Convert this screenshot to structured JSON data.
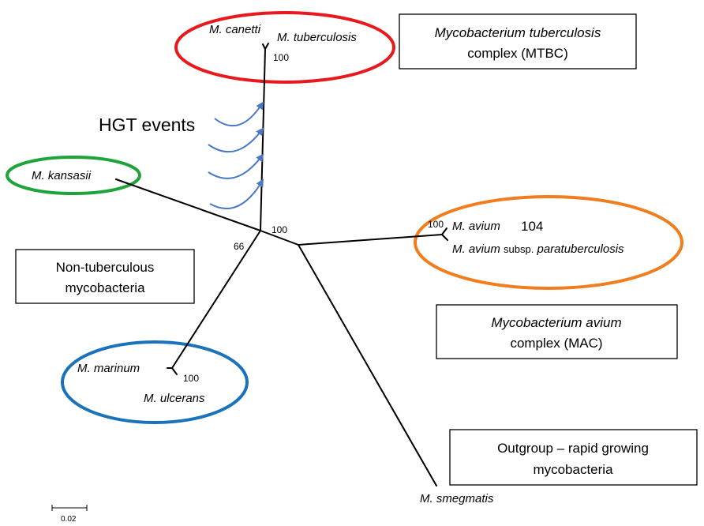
{
  "species": {
    "canetti": "M. canetti",
    "tuberculosis": "M. tuberculosis",
    "kansasii": "M. kansasii",
    "avium": "M. avium",
    "avium_number": "104",
    "avium_para_prefix": "M. avium",
    "avium_para_subsp": "subsp.",
    "avium_para_suffix": "paratuberculosis",
    "marinum": "M. marinum",
    "ulcerans": "M. ulcerans",
    "smegmatis": "M. smegmatis"
  },
  "bootstrap": {
    "mtb": "100",
    "central": "100",
    "ntm": "66",
    "avium": "100",
    "marinum": "100"
  },
  "hgt_label": "HGT events",
  "boxes": {
    "mtbc_line1": "Mycobacterium tuberculosis",
    "mtbc_line2": "complex (MTBC)",
    "ntm_line1": "Non-tuberculous",
    "ntm_line2": "mycobacteria",
    "mac_line1": "Mycobacterium avium",
    "mac_line2": "complex (MAC)",
    "outgroup_line1": "Outgroup – rapid growing",
    "outgroup_line2": "mycobacteria"
  },
  "scale_label": "0.02",
  "colors": {
    "mtbc_ellipse": "#e8191c",
    "kansasii_ellipse": "#1fa33a",
    "mac_ellipse": "#f07d1e",
    "marinum_ellipse": "#1a72bb",
    "hgt_arrow": "#4a78c2"
  }
}
